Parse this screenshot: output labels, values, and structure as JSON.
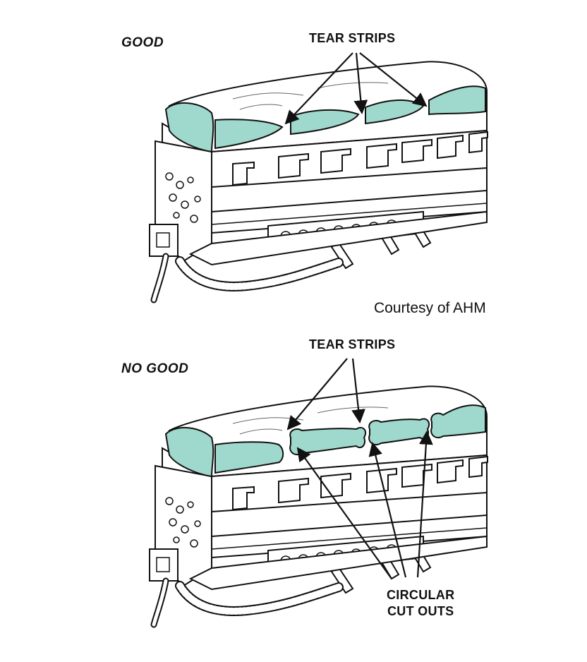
{
  "panels": {
    "good": {
      "condition": "GOOD",
      "callout": "TEAR STRIPS"
    },
    "no_good": {
      "condition": "NO GOOD",
      "callout": "TEAR STRIPS",
      "callout2_line1": "CIRCULAR",
      "callout2_line2": "CUT OUTS"
    }
  },
  "credit": "Courtesy of AHM",
  "colors": {
    "cover": "#9fd8cc",
    "line": "#111111",
    "paper": "#ffffff"
  }
}
